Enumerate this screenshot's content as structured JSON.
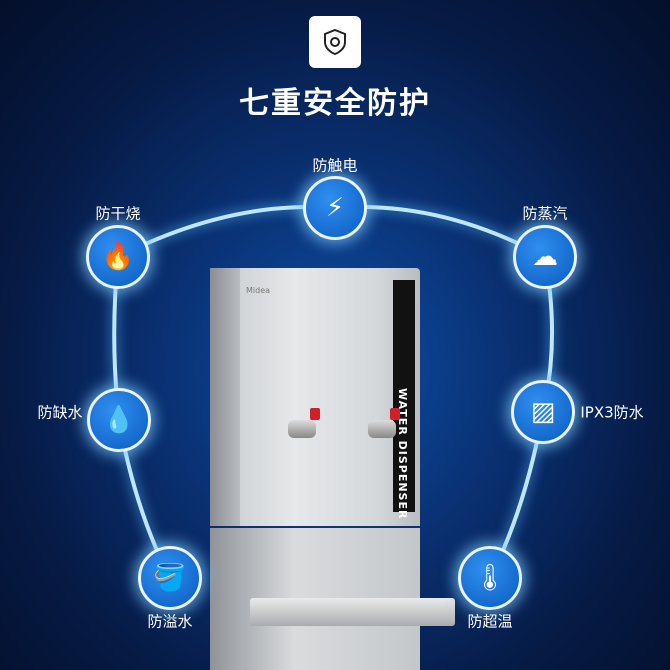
{
  "title": "七重安全防护",
  "top_icon": "shield-gear-icon",
  "features": [
    {
      "label": "防触电",
      "icon": "lightning-icon"
    },
    {
      "label": "防干烧",
      "icon": "flame-icon"
    },
    {
      "label": "防蒸汽",
      "icon": "steam-cloud-icon"
    },
    {
      "label": "防缺水",
      "icon": "water-drop-icon"
    },
    {
      "label": "IPX3防水",
      "icon": "waterproof-icon"
    },
    {
      "label": "防溢水",
      "icon": "overflow-icon"
    },
    {
      "label": "防超温",
      "icon": "thermometer-icon"
    }
  ],
  "product": {
    "brand": "Midea",
    "panel_text": "WATER DISPENSER"
  },
  "colors": {
    "accent": "#1a6fd0",
    "arc": "#9fd8ff"
  }
}
